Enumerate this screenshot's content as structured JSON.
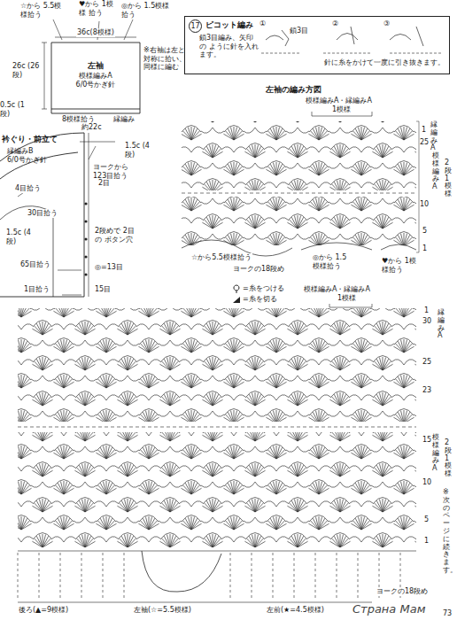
{
  "diagram": {
    "nodes": [
      {
        "text": [
          "左袖",
          "模様編みA",
          "6/0号かぎ針"
        ]
      },
      {
        "text": [
          "17",
          "ピコット編み"
        ]
      }
    ],
    "labels": [
      "☆から 5.5模様拾う",
      "♥から 1模様 拾う",
      "◎から 1.5模様拾う",
      "36c(8模様)",
      "26c (26段)",
      "※右袖は左と 対称に拾い、 同様に編む",
      "0.5c (1段)",
      "縁編み",
      "8模様拾う",
      "衿ぐり・前立て",
      "縁編みB",
      "6/0号かぎ針",
      "約22c",
      "ヨークから 123目拾う",
      "1.5c (4段)",
      "2目",
      "4目拾う",
      "30目拾う",
      "1.5c (4段)",
      "2段めで 2目の ボタン穴",
      "65目拾う",
      "◎=13目",
      "1目拾う",
      "15目",
      "鎖3目編み、矢印の ように針を入れます。",
      "鎖3目",
      "①",
      "②",
      "③",
      "針に糸をかけて一度に引き抜きます。",
      "左袖の編み方図",
      "模様編みA・縁編みA",
      "1模様",
      "縁編みA",
      "1",
      "25",
      "模様編みA",
      "2段 1模様",
      "10",
      "5",
      "1",
      "☆から5.5模様拾う",
      "ヨークの18段め",
      "◎から 1.5模様拾う",
      "♥から 1模様拾う",
      "模様編みA・縁編みA",
      "1模様",
      "縁編みA",
      "1",
      "30",
      "25",
      "23",
      "模様編みA",
      "2段 1模様",
      "15",
      "10",
      "5",
      "1",
      "※次のページに続きます。",
      "後ろ(▲=9模様)",
      "左袖(☆=5.5模様)",
      "左前(★=4.5模様)",
      "ヨークの18段め",
      "73",
      "Страна Мам"
    ],
    "legend": [
      {
        "text": "=糸をつける"
      },
      {
        "text": "=糸を切る"
      }
    ]
  }
}
